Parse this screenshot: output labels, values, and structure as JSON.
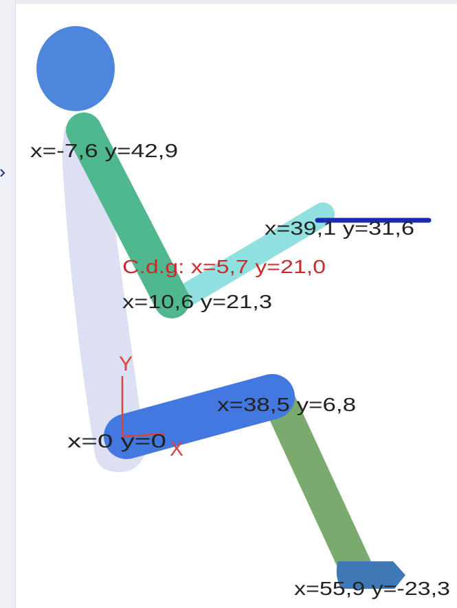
{
  "points": {
    "head_neck": "x=-7,6 y=42,9",
    "hand": "x=39,1 y=31,6",
    "center_of_gravity": "C.d.g: x=5,7 y=21,0",
    "elbow": "x=10,6 y=21,3",
    "knee": "x=38,5 y=6,8",
    "origin": "x=0 y=0",
    "foot": "x=55,9 y=-23,3"
  },
  "axes": {
    "y_label": "Y",
    "x_label": "X"
  },
  "colors": {
    "head": "#4f86dd",
    "torso": "#dde0f3",
    "upper_arm": "#4fb88e",
    "forearm": "#8fe0de",
    "handle": "#1a2bb0",
    "thigh": "#4378e0",
    "shin": "#7aaa6e",
    "foot": "#3f78b6",
    "axes": "#d9443a",
    "cog_text": "#cc2a2a"
  }
}
